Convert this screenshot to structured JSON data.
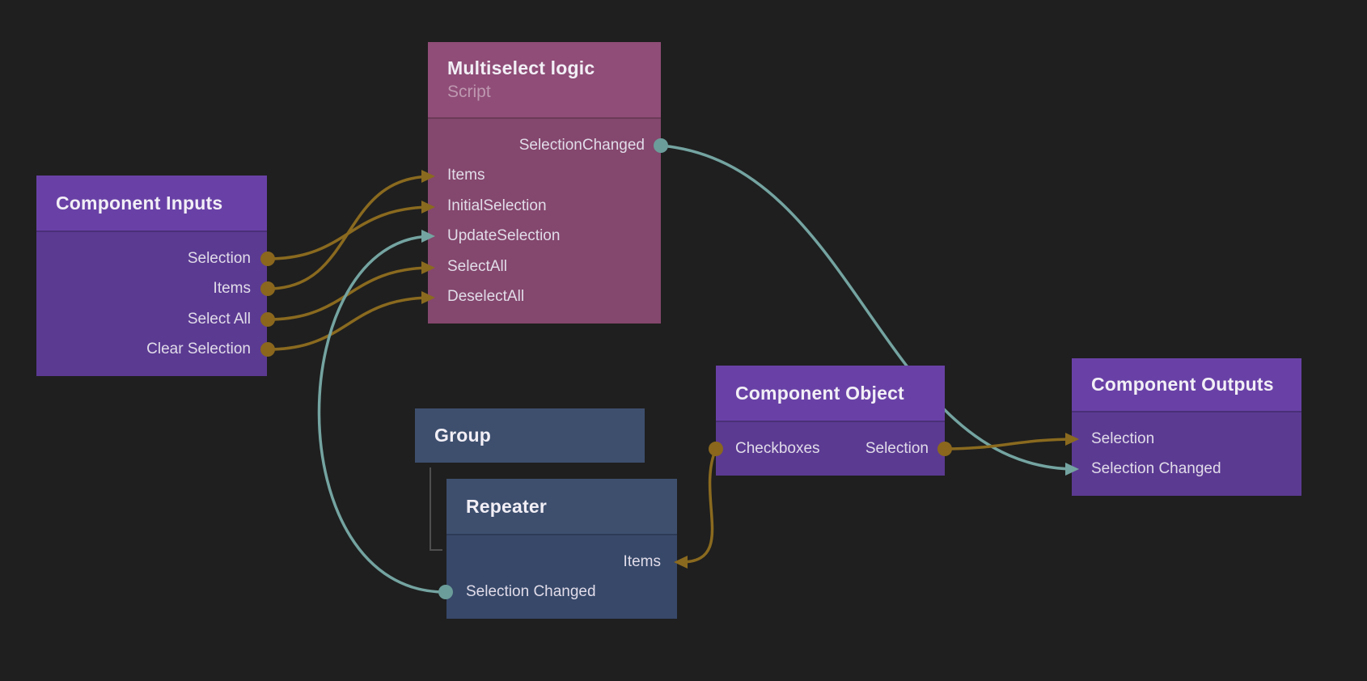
{
  "canvas": {
    "background": "#1f1f1f"
  },
  "palette": {
    "purple_header": "#6941a6",
    "purple_body": "#5b3a92",
    "pink_header": "#8f4d77",
    "pink_body": "#84476d",
    "slate_header": "#3e4f6e",
    "slate_body": "#374869",
    "wire_data": "#8a6a1f",
    "wire_signal": "#74a4a1",
    "dot_data": "#8a671d",
    "dot_signal": "#6b9d9a",
    "hierarchy_line": "#4e4e4e"
  },
  "nodes": [
    {
      "id": "multiselect-logic",
      "title": "Multiselect logic",
      "subtitle": "Script",
      "ports": [
        {
          "label": "SelectionChanged",
          "dir": "out",
          "kind": "signal"
        },
        {
          "label": "Items",
          "dir": "in",
          "kind": "data"
        },
        {
          "label": "InitialSelection",
          "dir": "in",
          "kind": "data"
        },
        {
          "label": "UpdateSelection",
          "dir": "in",
          "kind": "signal"
        },
        {
          "label": "SelectAll",
          "dir": "in",
          "kind": "data"
        },
        {
          "label": "DeselectAll",
          "dir": "in",
          "kind": "data"
        }
      ]
    },
    {
      "id": "component-inputs",
      "title": "Component Inputs",
      "ports": [
        {
          "label": "Selection",
          "dir": "out",
          "kind": "data"
        },
        {
          "label": "Items",
          "dir": "out",
          "kind": "data"
        },
        {
          "label": "Select All",
          "dir": "out",
          "kind": "data"
        },
        {
          "label": "Clear Selection",
          "dir": "out",
          "kind": "data"
        }
      ]
    },
    {
      "id": "group",
      "title": "Group",
      "ports": []
    },
    {
      "id": "repeater",
      "title": "Repeater",
      "ports": [
        {
          "label": "Items",
          "dir": "in",
          "kind": "data"
        },
        {
          "label": "Selection Changed",
          "dir": "out",
          "kind": "signal"
        }
      ]
    },
    {
      "id": "component-object",
      "title": "Component Object",
      "ports": [
        {
          "label": "Checkboxes",
          "dir": "out",
          "kind": "data"
        },
        {
          "label": "Selection",
          "dir": "out",
          "kind": "data"
        }
      ]
    },
    {
      "id": "component-outputs",
      "title": "Component Outputs",
      "ports": [
        {
          "label": "Selection",
          "dir": "in",
          "kind": "data"
        },
        {
          "label": "Selection Changed",
          "dir": "in",
          "kind": "signal"
        }
      ]
    }
  ],
  "connections": [
    {
      "from": "Component Inputs / Selection",
      "to": "Multiselect logic / InitialSelection",
      "kind": "data"
    },
    {
      "from": "Component Inputs / Items",
      "to": "Multiselect logic / Items",
      "kind": "data"
    },
    {
      "from": "Component Inputs / Select All",
      "to": "Multiselect logic / SelectAll",
      "kind": "data"
    },
    {
      "from": "Component Inputs / Clear Selection",
      "to": "Multiselect logic / DeselectAll",
      "kind": "data"
    },
    {
      "from": "Repeater / Selection Changed",
      "to": "Multiselect logic / UpdateSelection",
      "kind": "signal"
    },
    {
      "from": "Multiselect logic / SelectionChanged",
      "to": "Component Outputs / Selection Changed",
      "kind": "signal"
    },
    {
      "from": "Component Object / Selection",
      "to": "Component Outputs / Selection",
      "kind": "data"
    },
    {
      "from": "Component Object / Checkboxes",
      "to": "Repeater / Items",
      "kind": "data"
    }
  ]
}
